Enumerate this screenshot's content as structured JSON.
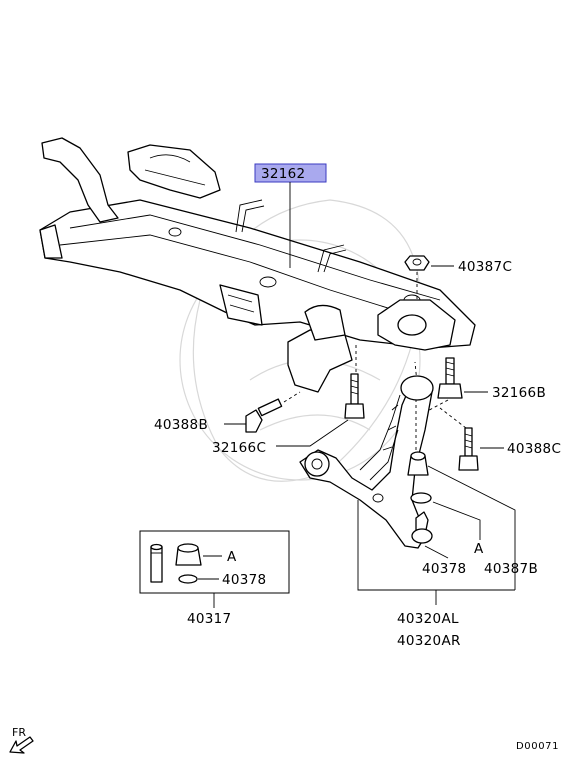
{
  "diagram": {
    "labels": {
      "crossmember": "32162",
      "nut_upper": "40387C",
      "bolt_right": "32166B",
      "bolt_left": "40388B",
      "bolt_center": "32166C",
      "bolt_lower_right": "40388C",
      "bushing_a": "A",
      "ring_kit": "40378",
      "kit_group": "40317",
      "ball_joint_a": "A",
      "ring_arm": "40378",
      "nut_arm": "40387B",
      "arm_left": "40320AL",
      "arm_right": "40320AR",
      "front_marker": "FR",
      "diagram_code": "D00071"
    },
    "colors": {
      "highlight_fill": "#a9a9ee",
      "highlight_stroke": "#3a3ac0",
      "line": "#000000",
      "watermark": "#d8d8d8"
    }
  }
}
